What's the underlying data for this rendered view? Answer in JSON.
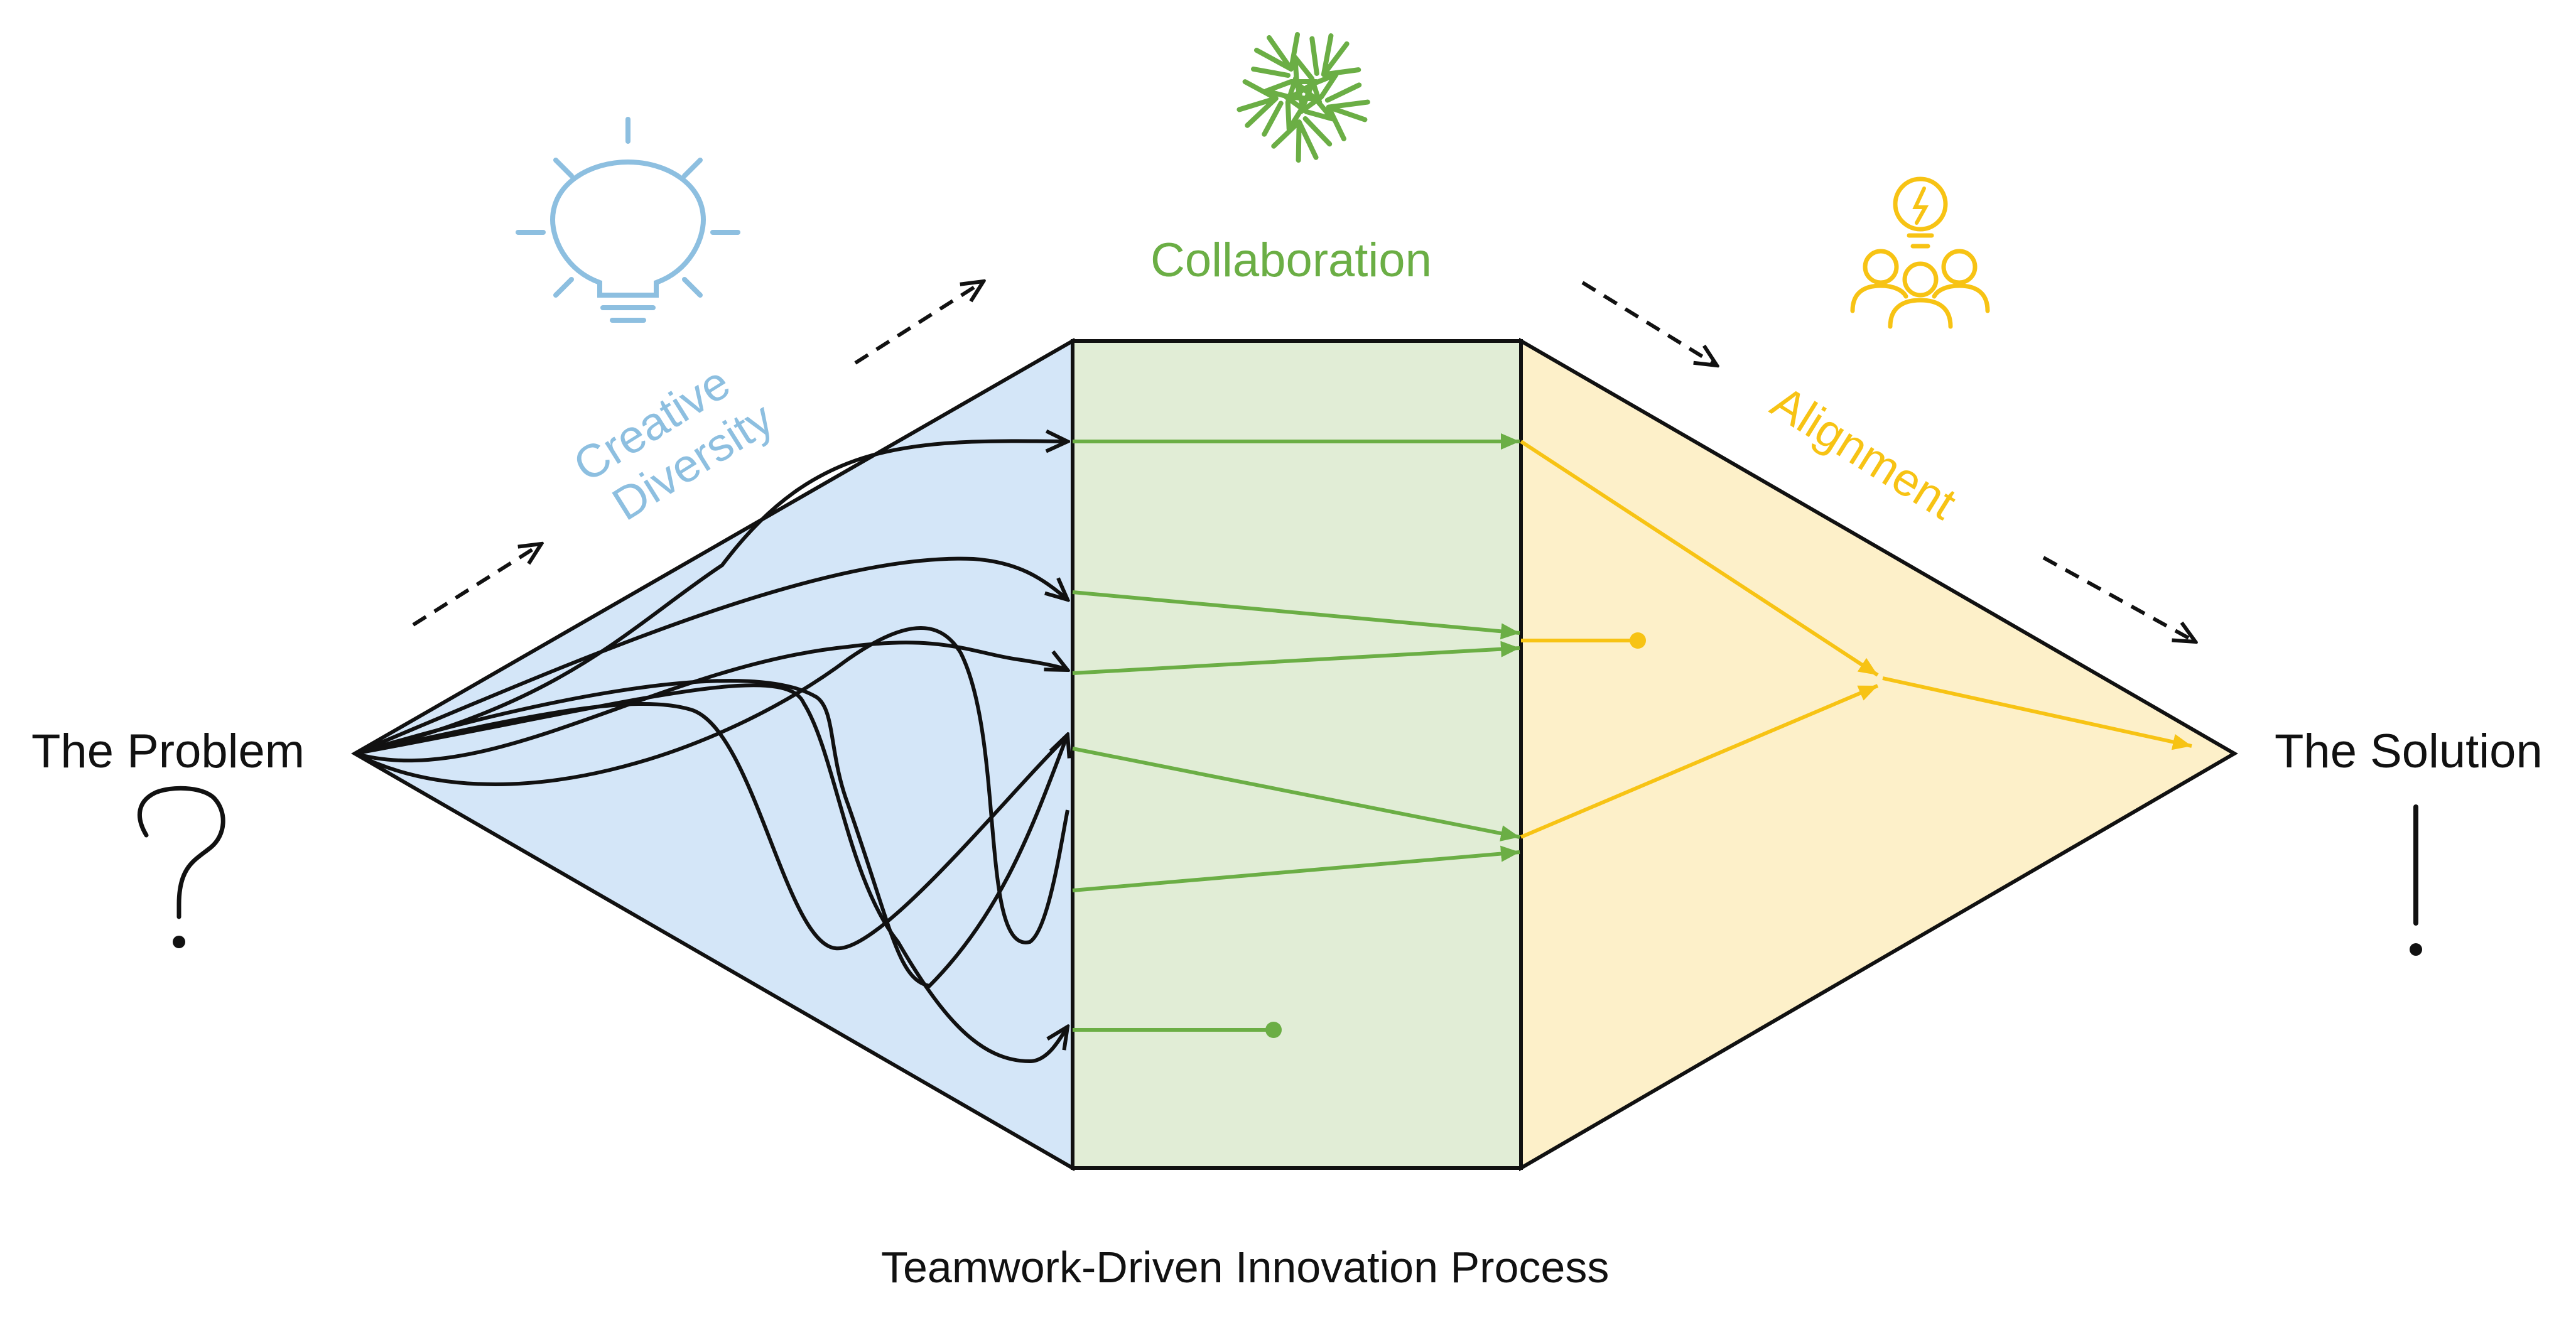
{
  "problem_label": "The Problem",
  "solution_label": "The Solution",
  "stage_labels": {
    "creative_line1": "Creative",
    "creative_line2": "Diversity",
    "collaboration": "Collaboration",
    "alignment": "Alignment"
  },
  "caption": "Teamwork-Driven Innovation Process",
  "icons": {
    "lightbulb": "lightbulb-icon",
    "hands": "hands-circle-icon",
    "team_idea": "team-idea-icon",
    "question": "question-mark-icon",
    "exclamation": "exclamation-mark-icon"
  },
  "colors": {
    "creative": "#8DBFE0",
    "creative_fill": "#D4E6F8",
    "collaboration": "#6BAE45",
    "collaboration_fill": "#E1EDD6",
    "alignment": "#F7C314",
    "alignment_fill": "#FDF0C9",
    "ink": "#111111"
  }
}
